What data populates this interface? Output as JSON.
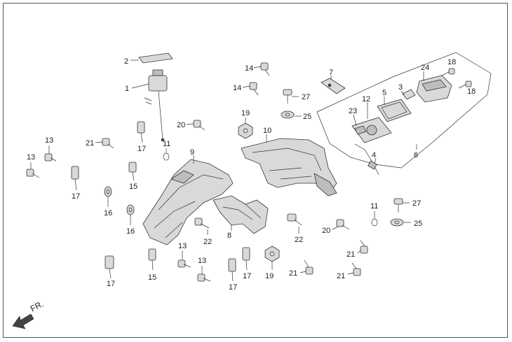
{
  "callouts": {
    "n1": "1",
    "n2": "2",
    "n3": "3",
    "n4": "4",
    "n5": "5",
    "n6": "6",
    "n7": "7",
    "n8": "8",
    "n9": "9",
    "n10": "10",
    "n11a": "11",
    "n11b": "11",
    "n12": "12",
    "n13a": "13",
    "n13b": "13",
    "n13c": "13",
    "n13d": "13",
    "n14a": "14",
    "n14b": "14",
    "n15a": "15",
    "n15b": "15",
    "n16a": "16",
    "n16b": "16",
    "n17a": "17",
    "n17b": "17",
    "n17c": "17",
    "n17d": "17",
    "n17e": "17",
    "n18a": "18",
    "n18b": "18",
    "n19a": "19",
    "n19b": "19",
    "n20a": "20",
    "n20b": "20",
    "n21a": "21",
    "n21b": "21",
    "n21c": "21",
    "n21d": "21",
    "n22a": "22",
    "n22b": "22",
    "n23": "23",
    "n24": "24",
    "n25a": "25",
    "n25b": "25",
    "n27a": "27",
    "n27b": "27"
  },
  "direction": {
    "label": "FR.",
    "icon": "front-arrow-icon"
  },
  "colors": {
    "line": "#333333",
    "fill": "#d9d9d9",
    "dark": "#444444"
  }
}
